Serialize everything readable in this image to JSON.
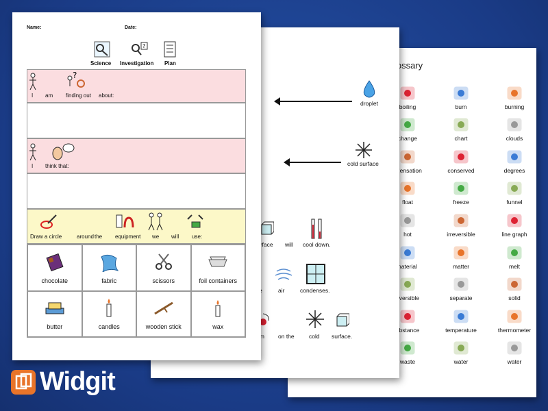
{
  "glossary": {
    "title": "lossary",
    "items": [
      {
        "label": "boiling",
        "icon": "boiling-icon"
      },
      {
        "label": "burn",
        "icon": "burn-icon"
      },
      {
        "label": "burning",
        "icon": "burning-icon"
      },
      {
        "label": "change",
        "icon": "change-icon"
      },
      {
        "label": "chart",
        "icon": "chart-icon"
      },
      {
        "label": "clouds",
        "icon": "clouds-icon"
      },
      {
        "label": "ndensation",
        "icon": "condensation-icon"
      },
      {
        "label": "conserved",
        "icon": "conserved-icon"
      },
      {
        "label": "degrees",
        "icon": "degrees-icon"
      },
      {
        "label": "float",
        "icon": "float-icon"
      },
      {
        "label": "freeze",
        "icon": "freeze-icon"
      },
      {
        "label": "funnel",
        "icon": "funnel-icon"
      },
      {
        "label": "hot",
        "icon": "hot-icon"
      },
      {
        "label": "irreversible",
        "icon": "irreversible-icon"
      },
      {
        "label": "line graph",
        "icon": "line-graph-icon"
      },
      {
        "label": "naterial",
        "icon": "material-icon"
      },
      {
        "label": "matter",
        "icon": "matter-icon"
      },
      {
        "label": "melt",
        "icon": "melt-icon"
      },
      {
        "label": "eversible",
        "icon": "reversible-icon"
      },
      {
        "label": "separate",
        "icon": "separate-icon"
      },
      {
        "label": "solid",
        "icon": "solid-icon"
      },
      {
        "label": "ubstance",
        "icon": "substance-icon"
      },
      {
        "label": "temperature",
        "icon": "temperature-icon"
      },
      {
        "label": "thermometer",
        "icon": "thermometer-icon"
      },
      {
        "label": "waste",
        "icon": "waste-icon"
      },
      {
        "label": "water",
        "icon": "water-icon"
      },
      {
        "label": "water",
        "icon": "water-tap-icon"
      }
    ]
  },
  "window_page": {
    "droplet_label": "droplet",
    "cold_surface_label": "cold surface",
    "sentences": {
      "row1": [
        "urface",
        "will",
        "cool down."
      ],
      "row2": [
        "e",
        "air",
        "condenses."
      ],
      "row3": [
        "rm",
        "on the",
        "cold",
        "surface."
      ]
    }
  },
  "plan": {
    "name_label": "Name:",
    "date_label": "Date:",
    "header_symbols": [
      "Science",
      "Investigation",
      "Plan"
    ],
    "finding_out": [
      "I",
      "am",
      "finding out",
      "about:"
    ],
    "think": [
      "I",
      "think that:"
    ],
    "equipment": [
      "Draw a circle",
      "around",
      "the",
      "equipment",
      "we",
      "will",
      "use:"
    ],
    "items": [
      {
        "label": "chocolate",
        "icon": "chocolate-icon"
      },
      {
        "label": "fabric",
        "icon": "fabric-icon"
      },
      {
        "label": "scissors",
        "icon": "scissors-icon"
      },
      {
        "label": "foil containers",
        "icon": "foil-containers-icon"
      },
      {
        "label": "butter",
        "icon": "butter-icon"
      },
      {
        "label": "candles",
        "icon": "candles-icon"
      },
      {
        "label": "wooden stick",
        "icon": "wooden-stick-icon"
      },
      {
        "label": "wax",
        "icon": "wax-icon"
      }
    ]
  },
  "brand": {
    "name": "Widgit",
    "color": "#e8742a"
  }
}
